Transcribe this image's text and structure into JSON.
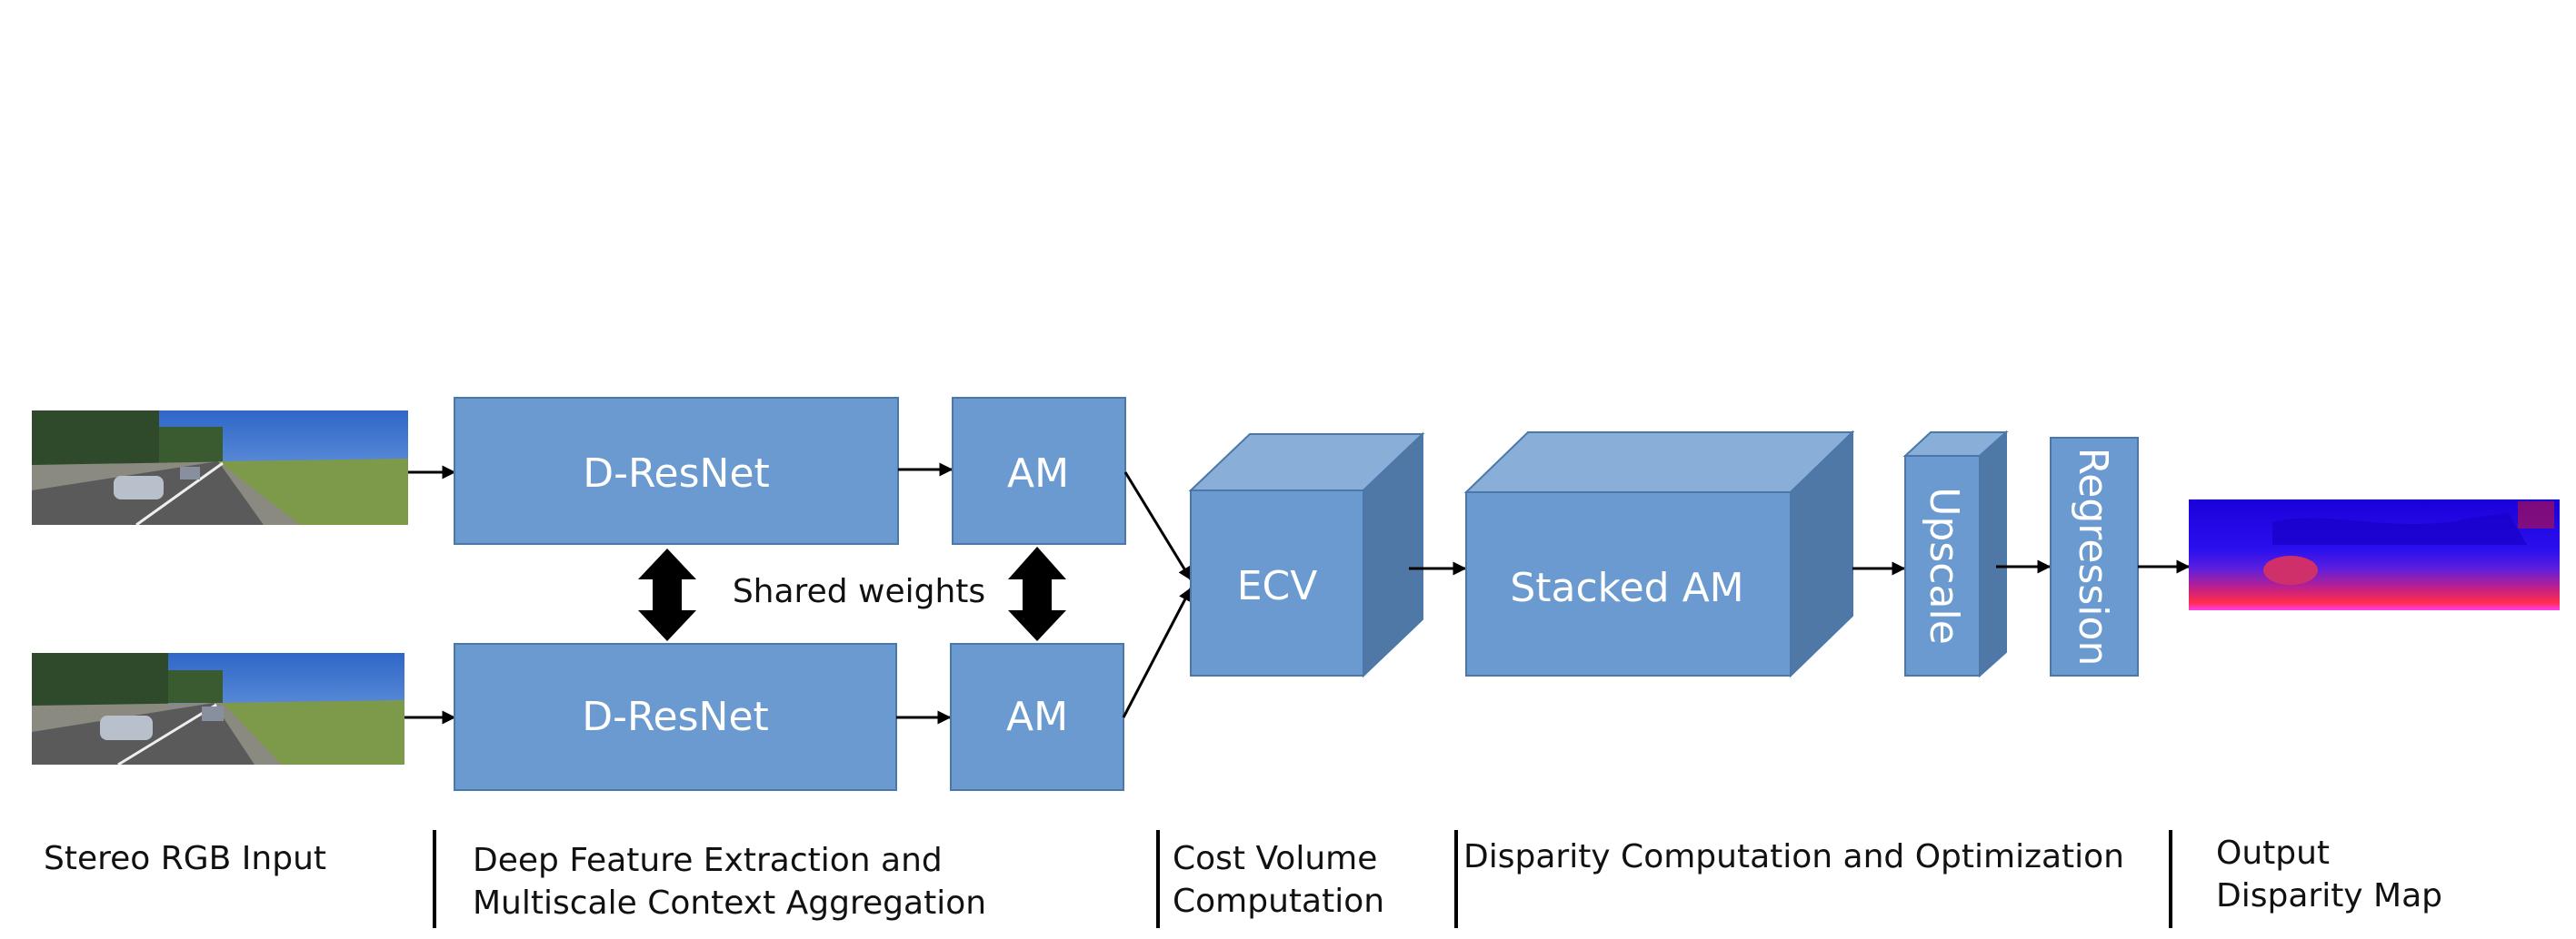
{
  "blocks": {
    "dresnet_top": "D-ResNet",
    "dresnet_bottom": "D-ResNet",
    "am_top": "AM",
    "am_bottom": "AM",
    "ecv": "ECV",
    "stacked_am": "Stacked AM",
    "upscale": "Upscale",
    "regression": "Regression"
  },
  "shared_weights_label": "Shared weights",
  "stages": [
    {
      "lines": [
        "Stereo RGB Input"
      ]
    },
    {
      "lines": [
        "Deep Feature Extraction and",
        "Multiscale Context Aggregation"
      ]
    },
    {
      "lines": [
        "Cost Volume",
        "Computation"
      ]
    },
    {
      "lines": [
        "Disparity Computation and Optimization"
      ]
    },
    {
      "lines": [
        "Output",
        "Disparity Map"
      ]
    }
  ],
  "colors": {
    "block_fill": "#6a9acf",
    "block_stroke": "#4b78a8",
    "box_top_face": "#89aed8",
    "box_side_face": "#5078a6",
    "text_on_block": "#ffffff"
  }
}
